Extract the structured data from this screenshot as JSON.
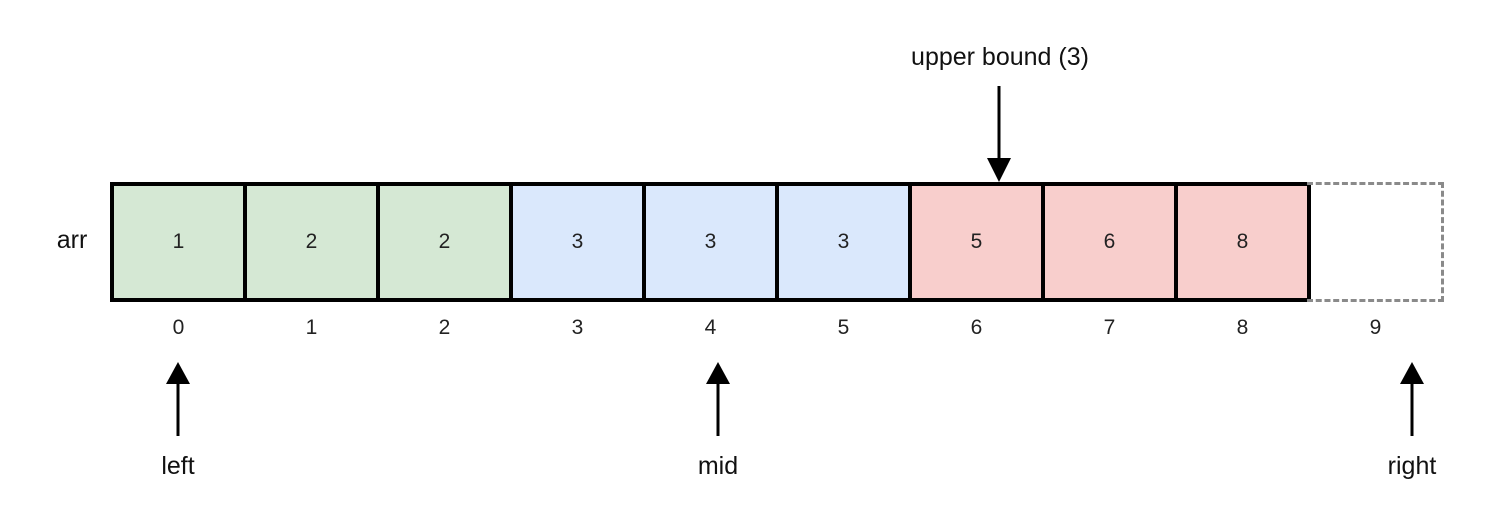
{
  "array": {
    "label": "arr",
    "cells": [
      {
        "value": "1",
        "group": "green"
      },
      {
        "value": "2",
        "group": "green"
      },
      {
        "value": "2",
        "group": "green"
      },
      {
        "value": "3",
        "group": "blue"
      },
      {
        "value": "3",
        "group": "blue"
      },
      {
        "value": "3",
        "group": "blue"
      },
      {
        "value": "5",
        "group": "red"
      },
      {
        "value": "6",
        "group": "red"
      },
      {
        "value": "8",
        "group": "red"
      },
      {
        "value": "",
        "group": "empty"
      }
    ],
    "indices": [
      "0",
      "1",
      "2",
      "3",
      "4",
      "5",
      "6",
      "7",
      "8",
      "9"
    ]
  },
  "pointers": {
    "left": {
      "label": "left",
      "index": 0
    },
    "mid": {
      "label": "mid",
      "index": 4
    },
    "right": {
      "label": "right",
      "index": 9
    }
  },
  "marker": {
    "label": "upper bound (3)",
    "index": 6
  },
  "colors": {
    "green": "#d5e8d4",
    "blue": "#dae8fc",
    "red": "#f8cecc",
    "border": "#000000",
    "dashed_border": "#8a8a8a"
  }
}
